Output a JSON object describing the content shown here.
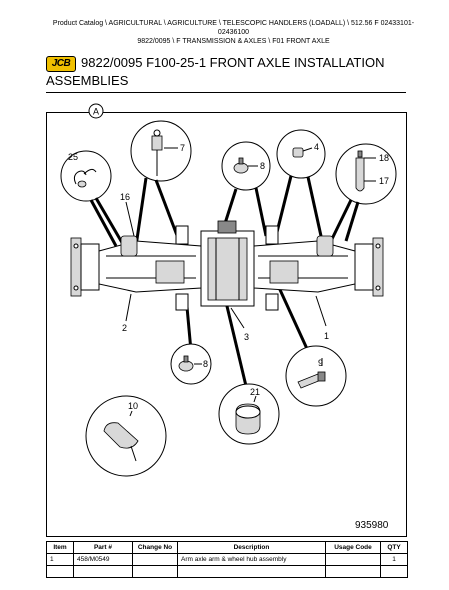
{
  "breadcrumb": {
    "line1": "Product Catalog  \\  AGRICULTURAL  \\  AGRICULTURE  \\  TELESCOPIC HANDLERS (LOADALL)  \\  512.56 F 02433101-02436100",
    "line2": "9822/0095  \\  F TRANSMISSION & AXLES  \\  F01 FRONT AXLE"
  },
  "logo": {
    "text": "JCB",
    "color": "#f0c000"
  },
  "title": {
    "line1": "9822/0095 F100-25-1 FRONT AXLE INSTALLATION",
    "line2": "ASSEMBLIES"
  },
  "diagram": {
    "view_label": "A",
    "figure_number": "935980",
    "callouts": [
      "25",
      "7",
      "8",
      "4",
      "18",
      "17",
      "16",
      "2",
      "3",
      "1",
      "8",
      "9",
      "10",
      "21"
    ]
  },
  "table": {
    "headers": [
      "Item",
      "Part #",
      "Change No",
      "Description",
      "Usage Code",
      "QTY"
    ],
    "rows": [
      [
        "1",
        "458/M0549",
        "",
        "Arm axle arm & wheel hub assembly",
        "",
        "1"
      ],
      [
        "",
        "",
        "",
        "",
        "",
        ""
      ]
    ]
  }
}
